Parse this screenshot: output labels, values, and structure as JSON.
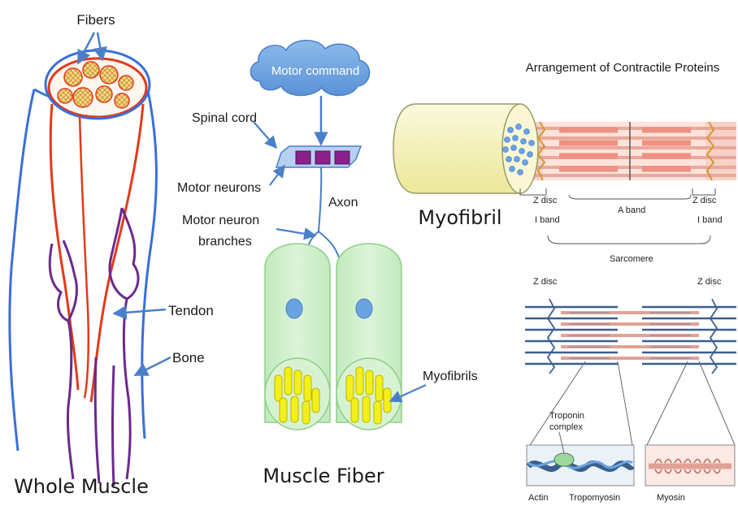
{
  "whole_muscle": {
    "fibers_label": "Fibers",
    "tendon_label": "Tendon",
    "bone_label": "Bone",
    "title": "Whole Muscle"
  },
  "muscle_fiber": {
    "motor_command": "Motor command",
    "spinal_cord": "Spinal cord",
    "motor_neurons": "Motor neurons",
    "axon": "Axon",
    "branches_line1": "Motor neuron",
    "branches_line2": "branches",
    "myofibrils": "Myofibrils",
    "title": "Muscle Fiber"
  },
  "contractile": {
    "title": "Arrangement of Contractile Proteins",
    "myofibril": "Myofibril",
    "z_disc": "Z disc",
    "i_band": "I band",
    "a_band": "A band",
    "sarcomere": "Sarcomere",
    "troponin_line1": "Troponin",
    "troponin_line2": "complex",
    "actin": "Actin",
    "tropomyosin": "Tropomyosin",
    "myosin": "Myosin"
  },
  "colors": {
    "outline_blue": "#3a6fd8",
    "tendon_red": "#e23a1c",
    "bone_purple": "#6a2a8c",
    "cloud_blue": "#6aa3e0",
    "fiber_green": "#cdeec8",
    "myofibril_yellow": "#f2ef1a",
    "myofibril_cyl": "#f7f4c4",
    "band_pink": "#f5c9c0",
    "filament_blue": "#3a5f8f"
  }
}
